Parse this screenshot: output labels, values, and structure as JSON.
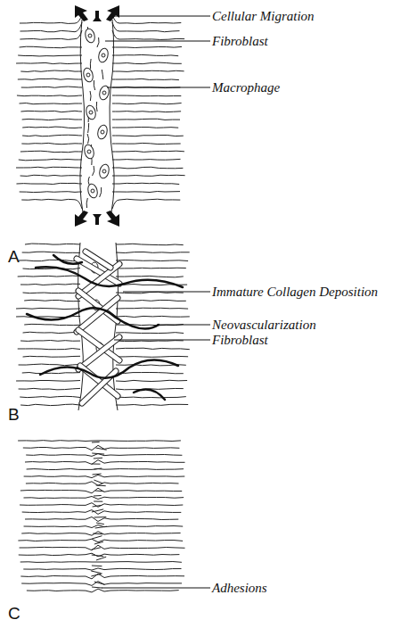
{
  "diagram": {
    "labels": [
      "Cellular Migration",
      "Fibroblast",
      "Macrophage",
      "A",
      "Immature Collagen Deposition",
      "Neovascularization",
      "Fibroblast",
      "B",
      "Adhesions",
      "C"
    ]
  }
}
